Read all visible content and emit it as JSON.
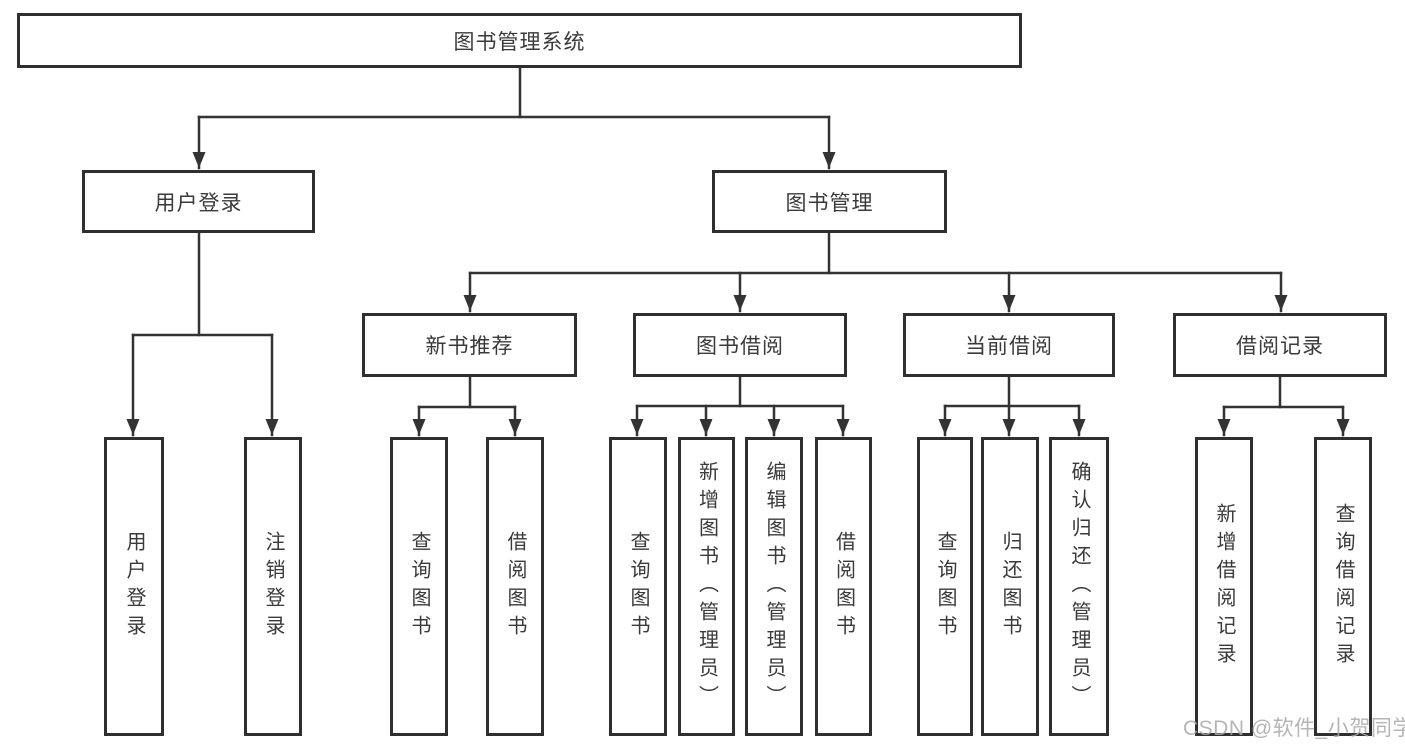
{
  "tree": {
    "root": "图书管理系统",
    "children": [
      {
        "label": "用户登录",
        "children": [
          {
            "label": "用户登录"
          },
          {
            "label": "注销登录"
          }
        ]
      },
      {
        "label": "图书管理",
        "children": [
          {
            "label": "新书推荐",
            "children": [
              {
                "label": "查询图书"
              },
              {
                "label": "借阅图书"
              }
            ]
          },
          {
            "label": "图书借阅",
            "children": [
              {
                "label": "查询图书"
              },
              {
                "label": "新增图书（管理员）"
              },
              {
                "label": "编辑图书（管理员）"
              },
              {
                "label": "借阅图书"
              }
            ]
          },
          {
            "label": "当前借阅",
            "children": [
              {
                "label": "查询图书"
              },
              {
                "label": "归还图书"
              },
              {
                "label": "确认归还（管理员）"
              }
            ]
          },
          {
            "label": "借阅记录",
            "children": [
              {
                "label": "新增借阅记录"
              },
              {
                "label": "查询借阅记录"
              }
            ]
          }
        ]
      }
    ]
  },
  "watermark": {
    "text": "CSDN @软件_小贺同学"
  },
  "colors": {
    "line": "#333333",
    "box_border": "#2f2f2f",
    "text": "#3a3a3a",
    "watermark": "#a9a9a9",
    "background": "#ffffff"
  }
}
